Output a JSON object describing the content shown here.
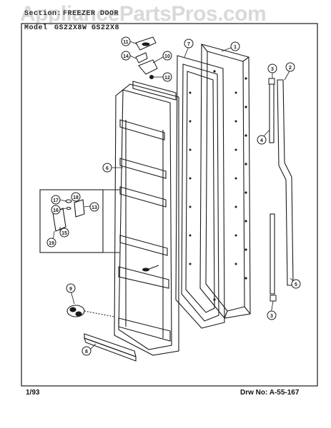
{
  "header": {
    "section_label": "Section:",
    "section_value": "FREEZER DOOR",
    "model_label": "Model",
    "model_value": "GS22X8W GS22X8"
  },
  "watermark": "AppliancePartsPros.com",
  "callouts": [
    "1",
    "2",
    "3",
    "3",
    "4",
    "5",
    "6",
    "7",
    "8",
    "9",
    "10",
    "11",
    "12",
    "13",
    "14",
    "15",
    "16",
    "17",
    "18",
    "19"
  ],
  "footer": {
    "date": "1/93",
    "drawing_number": "Drw No: A-55-167"
  },
  "colors": {
    "ink": "#1a1a1a",
    "paper": "#ffffff",
    "watermark": "#8a8a8a"
  }
}
